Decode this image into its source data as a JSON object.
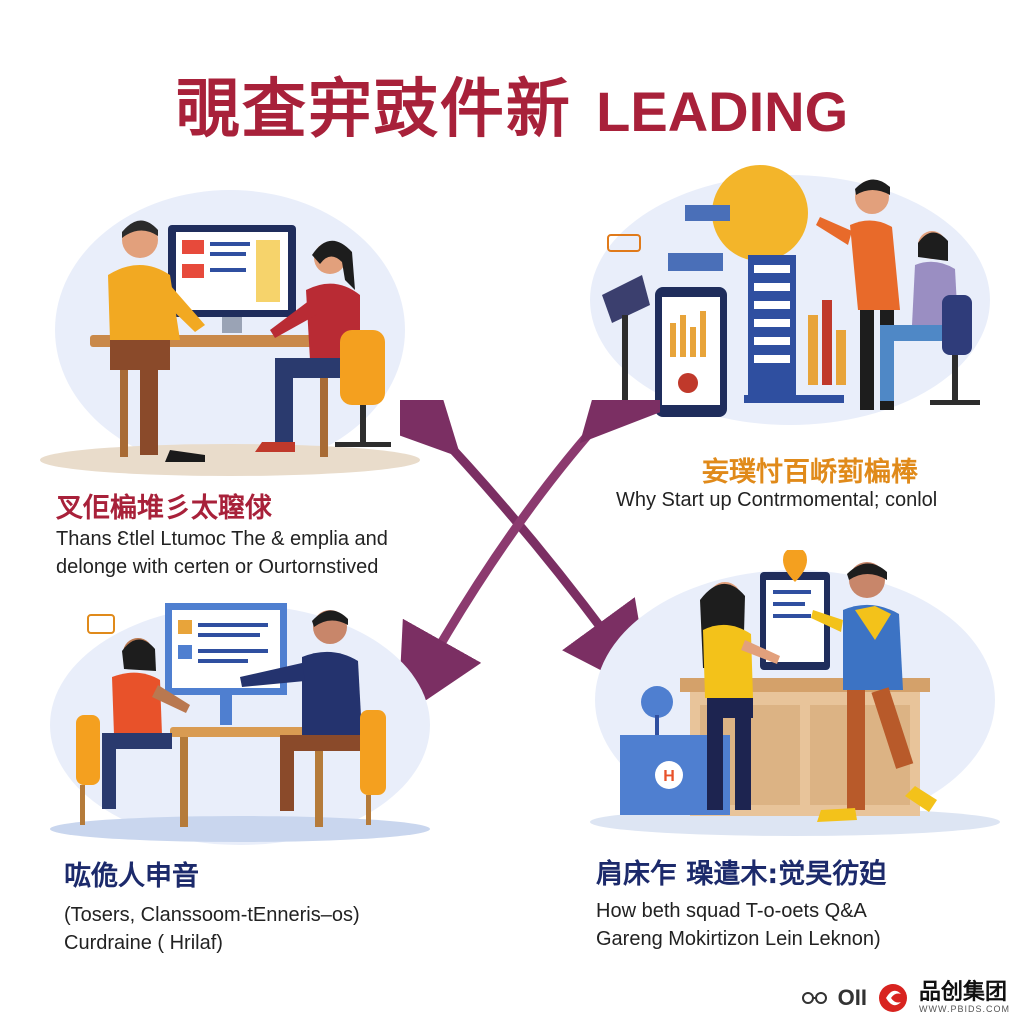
{
  "header": {
    "title_cjk": "覗査宑豉件新",
    "title_latin": "LEADING"
  },
  "panels": {
    "top_left": {
      "heading": "叉佢楄堆彡太䏄俅",
      "lines": [
        "Thans Ɛtlel Ltumoc The & emplia and",
        "delonge with certen or Ourtornstived"
      ]
    },
    "top_right": {
      "heading": "妄璞忖百峤菿楄棒",
      "lines": [
        "Why Start up Contrmomental; conlol"
      ]
    },
    "bottom_left": {
      "heading": "吰佹人申音",
      "lines": [
        "(Tosers, Clanssoom-tEnneris–os)",
        "Curdraine ( Hrilaf)"
      ]
    },
    "bottom_right": {
      "heading": "肩床乍 璪遣木:觉旲彷廹",
      "lines": [
        "How beth squad T-o-oets Q&A",
        "Gareng Mokirtizon Lein Leknon)"
      ]
    }
  },
  "footer": {
    "oii": "OII",
    "brand_name": "品创集团",
    "brand_url": "WWW.PBIDS.COM"
  },
  "colors": {
    "title": "#a8213a",
    "arrow": "#7b2f63",
    "navy": "#1c2a6b",
    "orange": "#e08a1a"
  }
}
